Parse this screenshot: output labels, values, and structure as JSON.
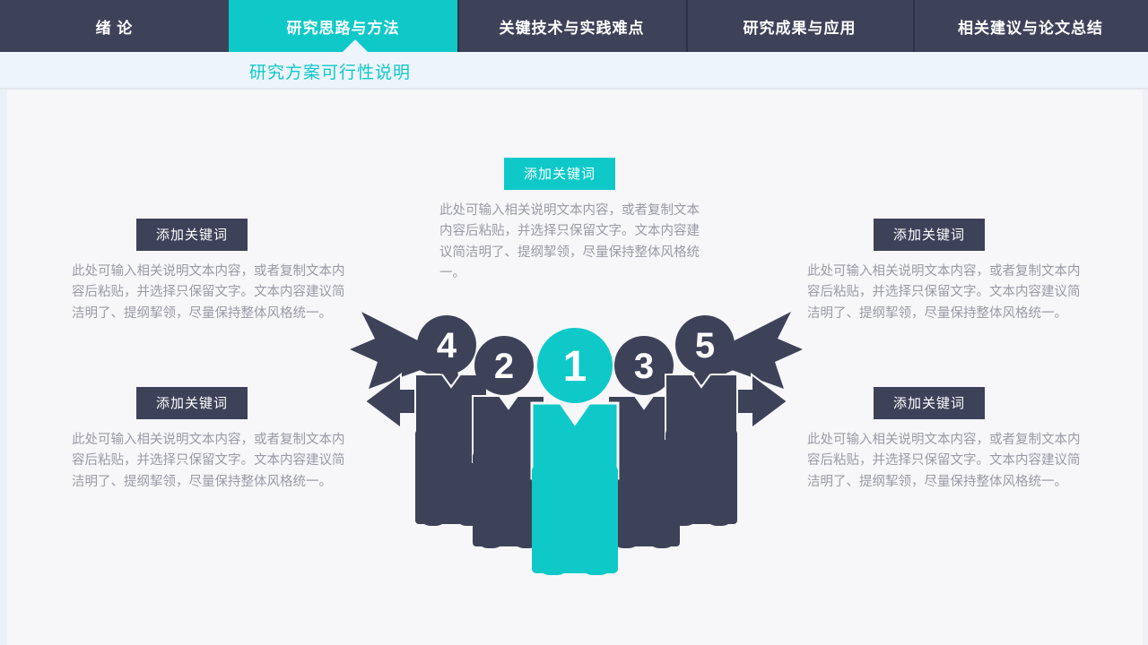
{
  "nav": {
    "tabs": [
      {
        "label": "绪 论",
        "active": false
      },
      {
        "label": "研究思路与方法",
        "active": true
      },
      {
        "label": "关键技术与实践难点",
        "active": false
      },
      {
        "label": "研究成果与应用",
        "active": false
      },
      {
        "label": "相关建议与论文总结",
        "active": false
      }
    ]
  },
  "subtitle": {
    "text": "研究方案可行性说明"
  },
  "colors": {
    "accent_teal": "#0fc9c9",
    "dark_navy": "#3e4259",
    "body_text": "#9a9aa6",
    "page_background": "#f7f7f9",
    "strip_background": "#eef4fc"
  },
  "body_text_default": "此处可输入相关说明文本内容，或者复制文本内容后粘贴，并选择只保留文字。文本内容建议简洁明了、提纲挈领，尽量保持整体风格统一。",
  "blocks": {
    "top_left": {
      "badge": "添加关键词",
      "badge_color": "#3e4259",
      "text": "此处可输入相关说明文本内容，或者复制文本内容后粘贴，并选择只保留文字。文本内容建议简洁明了、提纲挈领，尽量保持整体风格统一。"
    },
    "bottom_left": {
      "badge": "添加关键词",
      "badge_color": "#3e4259",
      "text": "此处可输入相关说明文本内容，或者复制文本内容后粘贴，并选择只保留文字。文本内容建议简洁明了、提纲挈领，尽量保持整体风格统一。"
    },
    "top_center": {
      "badge": "添加关键词",
      "badge_color": "#0fc9c9",
      "text": "此处可输入相关说明文本内容，或者复制文本内容后粘贴，并选择只保留文字。文本内容建议简洁明了、提纲挈领，尽量保持整体风格统一。"
    },
    "top_right": {
      "badge": "添加关键词",
      "badge_color": "#3e4259",
      "text": "此处可输入相关说明文本内容，或者复制文本内容后粘贴，并选择只保留文字。文本内容建议简洁明了、提纲挈领，尽量保持整体风格统一。"
    },
    "bottom_right": {
      "badge": "添加关键词",
      "badge_color": "#3e4259",
      "text": "此处可输入相关说明文本内容，或者复制文本内容后粘贴，并选择只保留文字。文本内容建议简洁明了、提纲挈领，尽量保持整体风格统一。"
    }
  },
  "diagram": {
    "type": "people-with-numbered-heads",
    "figures": [
      {
        "number": "4",
        "color": "#3e4259",
        "position": "far-left",
        "has_arrow": true,
        "arrow_direction": "left"
      },
      {
        "number": "2",
        "color": "#3e4259",
        "position": "left",
        "has_arrow": false,
        "arrow_direction": ""
      },
      {
        "number": "1",
        "color": "#0fc9c9",
        "position": "center",
        "has_arrow": false,
        "arrow_direction": ""
      },
      {
        "number": "3",
        "color": "#3e4259",
        "position": "right",
        "has_arrow": false,
        "arrow_direction": ""
      },
      {
        "number": "5",
        "color": "#3e4259",
        "position": "far-right",
        "has_arrow": true,
        "arrow_direction": "right"
      }
    ]
  }
}
